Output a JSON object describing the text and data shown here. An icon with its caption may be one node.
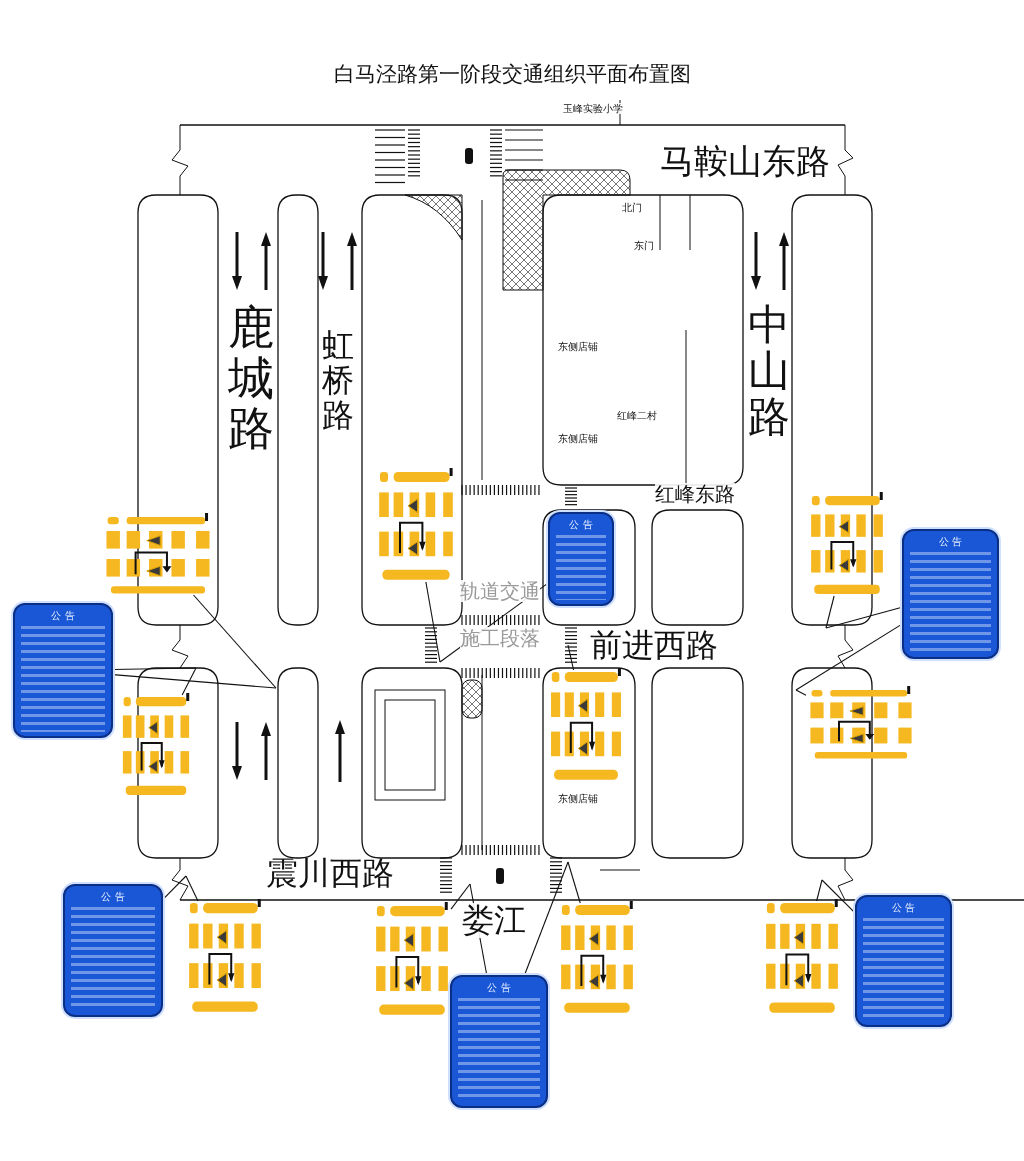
{
  "diagram": {
    "title": "白马泾路第一阶段交通组织平面布置图",
    "nodes": [
      {
        "text": [],
        "shape": "picture"
      },
      {
        "text": [
          "公 告"
        ]
      },
      {
        "text": [],
        "shape": "picture"
      },
      {
        "text": [
          "公 告"
        ]
      },
      {
        "text": [],
        "shape": "picture"
      },
      {
        "text": [
          "公 告"
        ]
      },
      {
        "text": [],
        "shape": "picture"
      },
      {
        "text": [],
        "shape": "picture"
      },
      {
        "text": [],
        "shape": "picture"
      },
      {
        "text": [
          "公 告"
        ]
      },
      {
        "text": [],
        "shape": "picture"
      },
      {
        "text": [],
        "shape": "picture"
      },
      {
        "text": [],
        "shape": "picture"
      },
      {
        "text": [],
        "shape": "picture"
      },
      {
        "text": [
          "公 告"
        ]
      },
      {
        "text": [
          "公 告"
        ]
      }
    ],
    "edges": [
      {
        "from": 0,
        "to": null,
        "arrow": "none"
      },
      {
        "from": 1,
        "to": null,
        "arrow": "none"
      },
      {
        "from": 6,
        "to": null,
        "arrow": "none"
      },
      {
        "from": 4,
        "to": null,
        "arrow": "none"
      },
      {
        "from": 5,
        "to": null,
        "arrow": "none"
      },
      {
        "from": 5,
        "to": null,
        "arrow": "none"
      },
      {
        "from": 7,
        "to": null,
        "arrow": "none"
      },
      {
        "from": 2,
        "to": null,
        "arrow": "none"
      },
      {
        "from": 3,
        "to": null,
        "arrow": "none"
      },
      {
        "from": 3,
        "to": null,
        "arrow": "none"
      },
      {
        "from": 8,
        "to": null,
        "arrow": "none"
      },
      {
        "from": 9,
        "to": null,
        "arrow": "none"
      },
      {
        "from": 10,
        "to": null,
        "arrow": "none"
      },
      {
        "from": 11,
        "to": null,
        "arrow": "none"
      },
      {
        "from": 15,
        "to": null,
        "arrow": "none"
      },
      {
        "from": 15,
        "to": null,
        "arrow": "none"
      },
      {
        "from": 12,
        "to": null,
        "arrow": "none"
      },
      {
        "from": 13,
        "to": null,
        "arrow": "none"
      },
      {
        "from": 14,
        "to": null,
        "arrow": "none"
      }
    ],
    "labels": [
      "玉峰实验小学",
      "马鞍山东路",
      "北门",
      "东门",
      "鹿城路",
      "虹桥路",
      "中山路",
      "东侧店铺",
      "红峰二村",
      "东侧店铺",
      "红峰东路",
      "轨道交通",
      "施工段落",
      "前进西路",
      "东侧店铺",
      "震川西路",
      "娄江"
    ]
  }
}
